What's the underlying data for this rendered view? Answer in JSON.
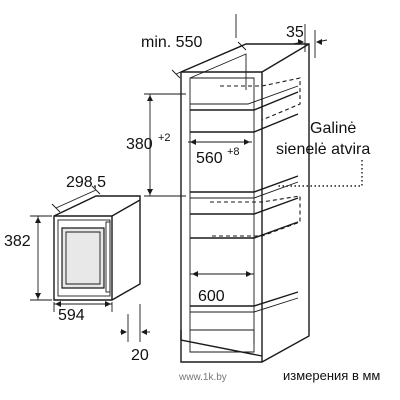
{
  "dimensions": {
    "min_depth_label": "min. 550",
    "front_offset": "35",
    "niche_height": "380",
    "niche_height_tol": "+2",
    "niche_width": "560",
    "niche_width_tol": "+8",
    "cabinet_inner": "600",
    "appliance_depth": "298,5",
    "appliance_height": "382",
    "appliance_width": "594",
    "appliance_front": "20"
  },
  "note": {
    "line1": "Galinė",
    "line2": "sienelė atvira"
  },
  "footer": "измерения в мм",
  "watermark": "www.1k.by"
}
